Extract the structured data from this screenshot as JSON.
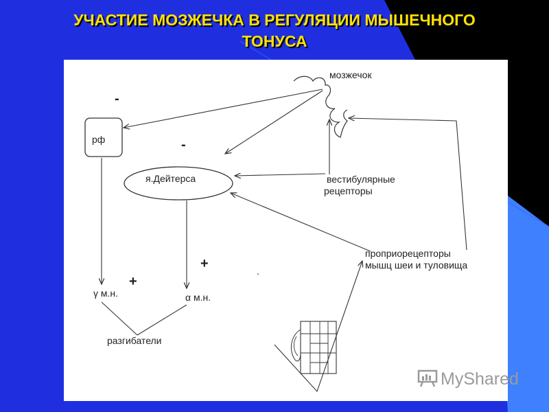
{
  "slide": {
    "title_line1": "УЧАСТИЕ  МОЗЖЕЧКА В РЕГУЛЯЦИИ МЫШЕЧНОГО",
    "title_line2": "ТОНУСА",
    "colors": {
      "background": "#1f2fe0",
      "title": "#ffe200",
      "panel": "#ffffff",
      "dark_corner": "#000000",
      "light_band": "#3a7bff"
    }
  },
  "diagram": {
    "nodes": {
      "cerebellum": "мозжечок",
      "rf": "рф",
      "deiters": "я.Дейтерса",
      "vestibular_line1": "вестибулярные",
      "vestibular_line2": "рецепторы",
      "proprio_line1": "проприорецепторы",
      "proprio_line2": "мышц шеи и туловища",
      "gamma_mn": "γ м.н.",
      "alpha_mn": "α  м.н.",
      "extensors": "разгибатели"
    },
    "signs": {
      "minus_rf": "-",
      "minus_deiters": "-",
      "plus_gamma": "+",
      "plus_alpha": "+",
      "dot": "."
    }
  },
  "watermark": {
    "text": "MyShared",
    "icon": "presentation-board-icon"
  }
}
